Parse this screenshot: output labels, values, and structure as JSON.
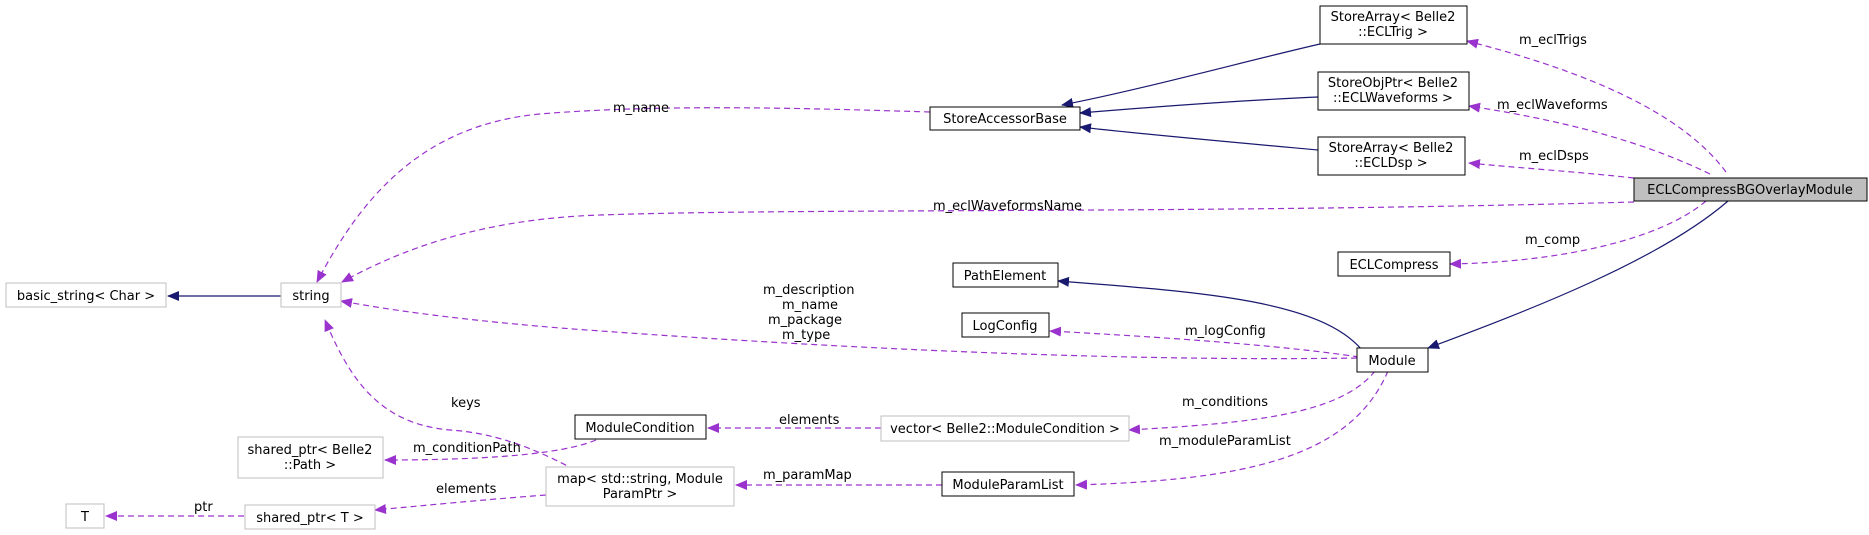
{
  "colors": {
    "dependency_edge": "#9a32cd",
    "inheritance_edge": "#191970",
    "focus_node_fill": "#bfbfbf",
    "documented_node_border": "#000000",
    "undocumented_node_border": "#bfbfbf"
  },
  "nodes": {
    "ecl_compress_bg_overlay_module": "ECLCompressBGOverlayModule",
    "store_array_ecl_trig": [
      "StoreArray< Belle2",
      "::ECLTrig >"
    ],
    "store_obj_ptr_ecl_waveforms": [
      "StoreObjPtr< Belle2",
      "::ECLWaveforms >"
    ],
    "store_array_ecl_dsp": [
      "StoreArray< Belle2",
      "::ECLDsp >"
    ],
    "store_accessor_base": "StoreAccessorBase",
    "ecl_compress": "ECLCompress",
    "path_element": "PathElement",
    "log_config": "LogConfig",
    "module": "Module",
    "string": "string",
    "basic_string_char": "basic_string< Char >",
    "module_condition": "ModuleCondition",
    "vector_module_condition": "vector< Belle2::ModuleCondition >",
    "shared_ptr_path": [
      "shared_ptr< Belle2",
      "::Path >"
    ],
    "map_string_module_param_ptr": [
      "map< std::string, Module",
      "ParamPtr >"
    ],
    "module_param_list": "ModuleParamList",
    "t": "T",
    "shared_ptr_t": "shared_ptr< T >"
  },
  "edge_labels": {
    "m_ecl_trigs": "m_eclTrigs",
    "m_ecl_waveforms": "m_eclWaveforms",
    "m_ecl_dsps": "m_eclDsps",
    "m_name_accessor": "m_name",
    "m_ecl_waveforms_name": "m_eclWaveformsName",
    "m_comp": "m_comp",
    "module_string_members": [
      "m_description",
      "m_name",
      "m_package",
      "m_type"
    ],
    "m_log_config": "m_logConfig",
    "m_conditions": "m_conditions",
    "m_module_param_list": "m_moduleParamList",
    "keys": "keys",
    "elements_vector": "elements",
    "m_condition_path": "m_conditionPath",
    "elements_map": "elements",
    "m_param_map": "m_paramMap",
    "ptr": "ptr"
  }
}
